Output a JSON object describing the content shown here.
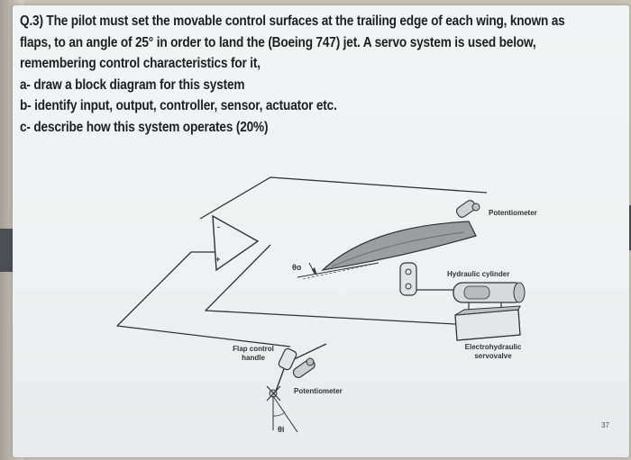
{
  "question": {
    "lines": [
      "Q.3) The pilot must set the movable control surfaces at the trailing edge of each wing, known as",
      "flaps, to an angle of 25° in order to land the (Boeing 747) jet. A servo system is used below,",
      "remembering control characteristics for it,",
      "a- draw a block diagram for this system",
      "b- identify input, output, controller, sensor, actuator etc.",
      "c- describe how this system operates (20%)"
    ]
  },
  "figure": {
    "labels": {
      "potentiometer_top": "Potentiometer",
      "hydraulic_cylinder": "Hydraulic cylinder",
      "electrohydraulic_line1": "Electrohydraulic",
      "electrohydraulic_line2": "servovalve",
      "flap_handle_line1": "Flap control",
      "flap_handle_line2": "handle",
      "potentiometer_bottom": "Potentiometer",
      "theta_o": "θo",
      "theta_i": "θi",
      "amp_plus": "+",
      "amp_minus": "-"
    }
  },
  "page_number": "37"
}
